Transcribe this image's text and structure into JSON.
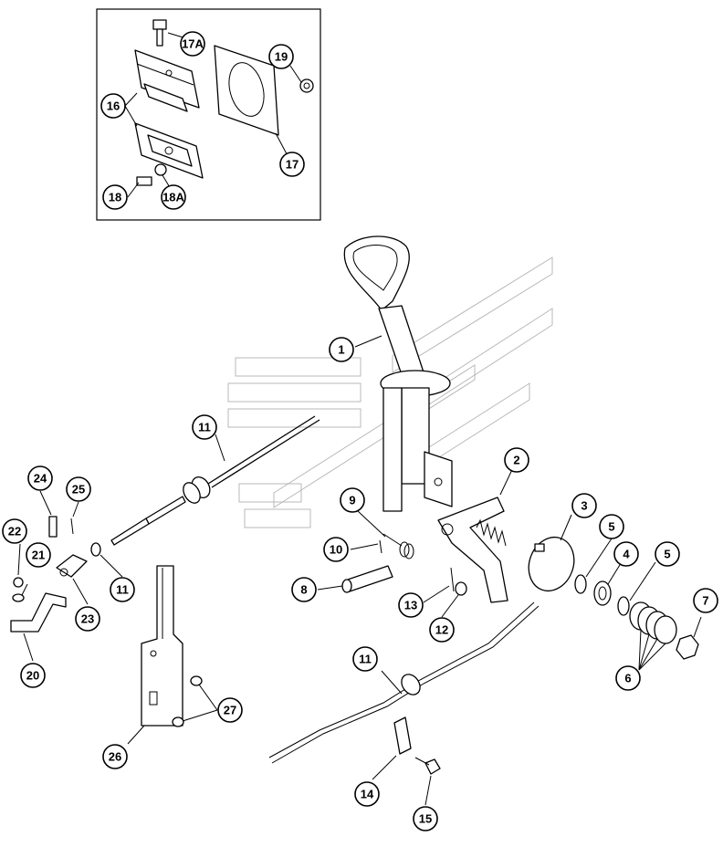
{
  "diagram": {
    "type": "exploded-parts-diagram",
    "inset": {
      "callouts": [
        "17A",
        "19",
        "16",
        "17",
        "18",
        "18A"
      ]
    },
    "callouts": [
      "1",
      "2",
      "3",
      "4",
      "5",
      "5",
      "6",
      "7",
      "8",
      "9",
      "10",
      "11",
      "11",
      "11",
      "12",
      "13",
      "14",
      "15",
      "20",
      "21",
      "22",
      "23",
      "24",
      "25",
      "26",
      "27"
    ],
    "colors": {
      "line": "#000000",
      "watermark": "#b8b8b8",
      "background": "#ffffff"
    }
  }
}
